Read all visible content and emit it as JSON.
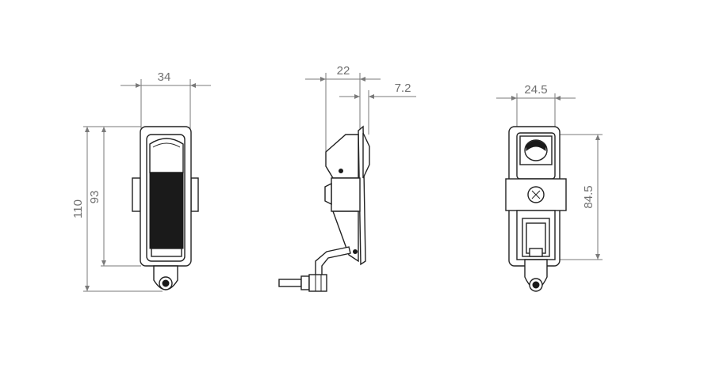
{
  "drawing": {
    "front_view": {
      "width_label": "34",
      "total_height_label": "110",
      "body_height_label": "93"
    },
    "side_view": {
      "depth_label": "22",
      "flange_label": "7.2"
    },
    "back_view": {
      "width_label": "24.5",
      "height_label": "84.5"
    }
  }
}
